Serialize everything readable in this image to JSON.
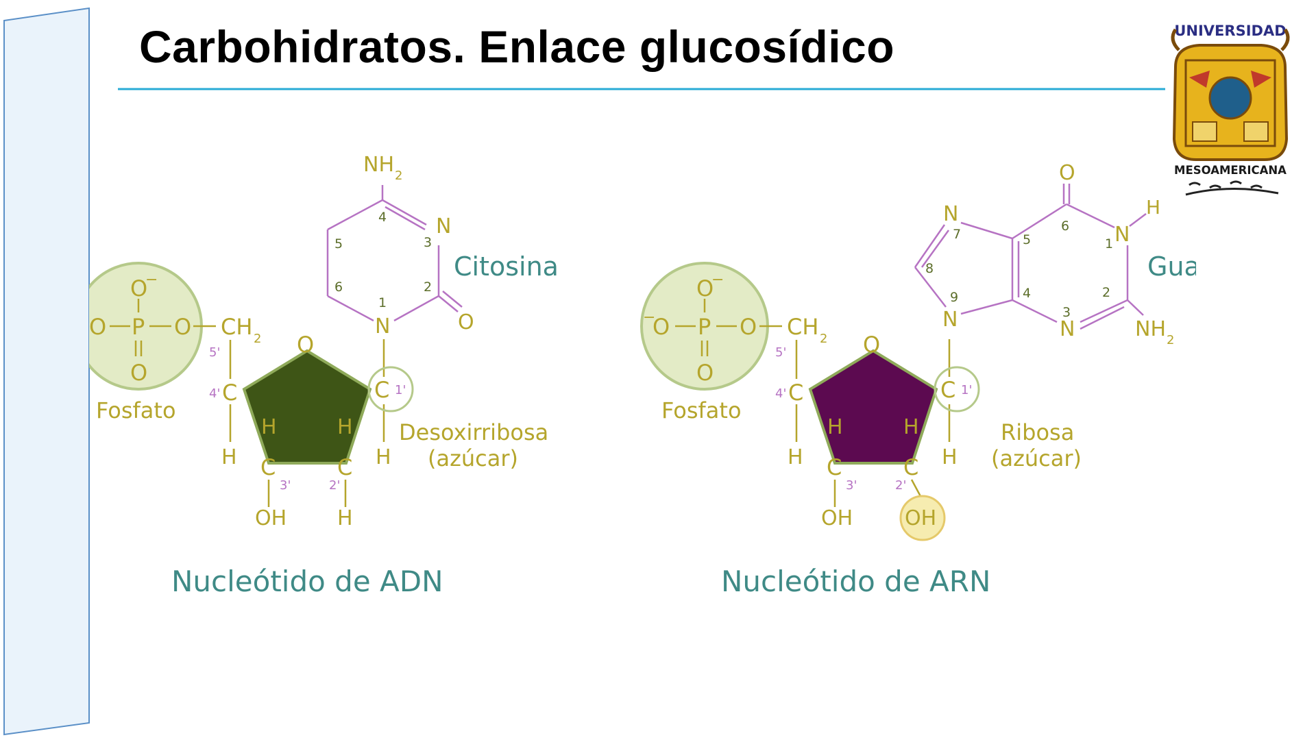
{
  "slide": {
    "title": "Carbohidratos. Enlace glucosídico"
  },
  "logo": {
    "top_text": "UNIVERSIDAD",
    "bottom_text": "MESOAMERICANA"
  },
  "colors": {
    "title_rule": "#29abd6",
    "molecule_gold": "#b5a52c",
    "ring_purple": "#b673c3",
    "label_teal": "#3f8a86",
    "dna_sugar": "#3e5516",
    "rna_sugar": "#5c0a50",
    "phosphate_circle": "#e3ebc6",
    "oh_highlight": "#f6ecb0"
  },
  "dna": {
    "phosphate": {
      "o_top": "O",
      "o_top_charge": "−",
      "o_left": "O",
      "p": "P",
      "o_right": "O",
      "o_bottom": "O",
      "label": "Fosfato"
    },
    "ch2": "CH",
    "ch2_sub": "2",
    "carbons": {
      "c5": "5'",
      "c4": "4'",
      "c3": "3'",
      "c2": "2'",
      "c1": "1'",
      "c": "C"
    },
    "ring_o": "O",
    "h": "H",
    "oh": "OH",
    "base": {
      "name": "Citosina",
      "nh2": "NH",
      "nh2_sub": "2",
      "n": "N",
      "o": "O",
      "numbers": [
        "1",
        "2",
        "3",
        "4",
        "5",
        "6"
      ]
    },
    "sugar_label": "Desoxirribosa",
    "sugar_sub_label": "(azúcar)",
    "caption": "Nucleótido de ADN"
  },
  "rna": {
    "phosphate": {
      "o_top": "O",
      "o_top_charge": "−",
      "o_left": "O",
      "o_left_charge": "−",
      "p": "P",
      "o_right": "O",
      "o_bottom": "O",
      "label": "Fosfato"
    },
    "ch2": "CH",
    "ch2_sub": "2",
    "carbons": {
      "c5": "5'",
      "c4": "4'",
      "c3": "3'",
      "c2": "2'",
      "c1": "1'",
      "c": "C"
    },
    "ring_o": "O",
    "h": "H",
    "oh": "OH",
    "base": {
      "name": "Guanina",
      "nh2": "NH",
      "nh2_sub": "2",
      "n": "N",
      "o": "O",
      "h": "H",
      "numbers": [
        "1",
        "2",
        "3",
        "4",
        "5",
        "6",
        "7",
        "8",
        "9"
      ]
    },
    "sugar_label": "Ribosa",
    "sugar_sub_label": "(azúcar)",
    "caption": "Nucleótido de ARN"
  }
}
